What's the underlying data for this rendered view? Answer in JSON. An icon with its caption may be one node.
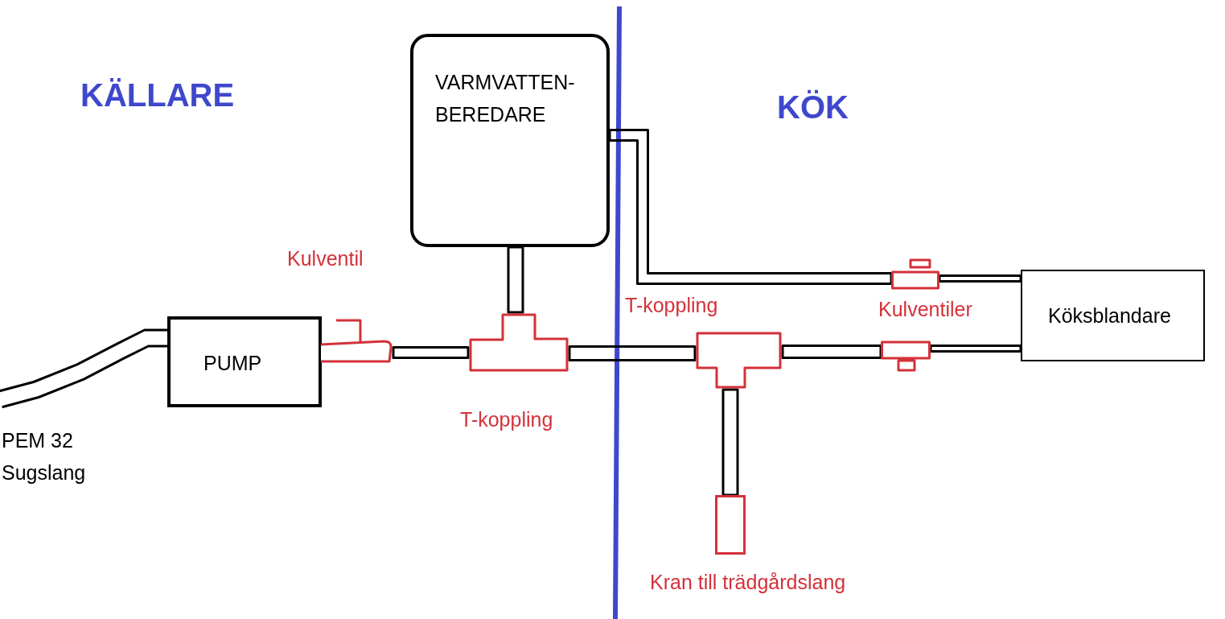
{
  "diagram": {
    "nodes": [
      {
        "text": [
          "PUMP"
        ]
      },
      {
        "text": [],
        "shape": "valve",
        "beside": [
          "Kulventil"
        ]
      },
      {
        "text": [],
        "shape": "tee",
        "beside": [
          "T-koppling"
        ]
      },
      {
        "text": [
          "VARMVATTEN- BEREDARE"
        ]
      },
      {
        "text": [],
        "shape": "tee",
        "beside": [
          "T-koppling"
        ]
      },
      {
        "text": [],
        "shape": "valve"
      },
      {
        "text": [],
        "shape": "valve"
      },
      {
        "text": [
          "Köksblandare"
        ]
      },
      {
        "text": [],
        "shape": "box",
        "beside": [
          "Kran till trädgårdslang"
        ]
      }
    ],
    "edges": [
      {
        "from": null,
        "to": 0,
        "arrow": "none"
      },
      {
        "from": 1,
        "to": 2,
        "arrow": "none"
      },
      {
        "from": 2,
        "to": 3,
        "arrow": "none"
      },
      {
        "from": 2,
        "to": 4,
        "arrow": "none"
      },
      {
        "from": 3,
        "to": 5,
        "arrow": "none"
      },
      {
        "from": 5,
        "to": 7,
        "arrow": "none"
      },
      {
        "from": 4,
        "to": 6,
        "arrow": "none"
      },
      {
        "from": 6,
        "to": 7,
        "arrow": "none"
      },
      {
        "from": 4,
        "to": 8,
        "arrow": "none"
      }
    ],
    "labels": [
      "KÄLLARE",
      "KÖK",
      "Kulventiler",
      "PEM 32 Sugslang"
    ]
  }
}
